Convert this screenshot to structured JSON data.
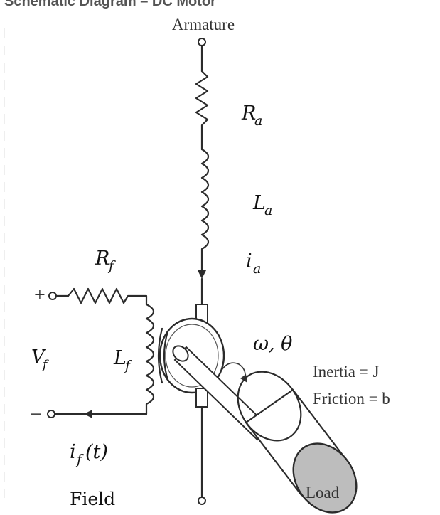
{
  "header_text": "Schematic Diagram – DC Motor",
  "labels": {
    "armature": "Armature",
    "ra_main": "R",
    "ra_sub": "a",
    "la_main": "L",
    "la_sub": "a",
    "ia_main": "i",
    "ia_sub": "a",
    "rf_main": "R",
    "rf_sub": "f",
    "lf_main": "L",
    "lf_sub": "f",
    "vf_main": "V",
    "vf_sub": "f",
    "omega_theta": "ω, θ",
    "inertia": "Inertia = J",
    "friction": "Friction = b",
    "if_main": "i",
    "if_sub": "f",
    "if_arg": "(t)",
    "field": "Field",
    "load": "Load",
    "plus": "+",
    "minus": "−"
  },
  "colors": {
    "wire": "#2b2b2b",
    "load_face": "#bdbdbd",
    "text": "#111111"
  }
}
